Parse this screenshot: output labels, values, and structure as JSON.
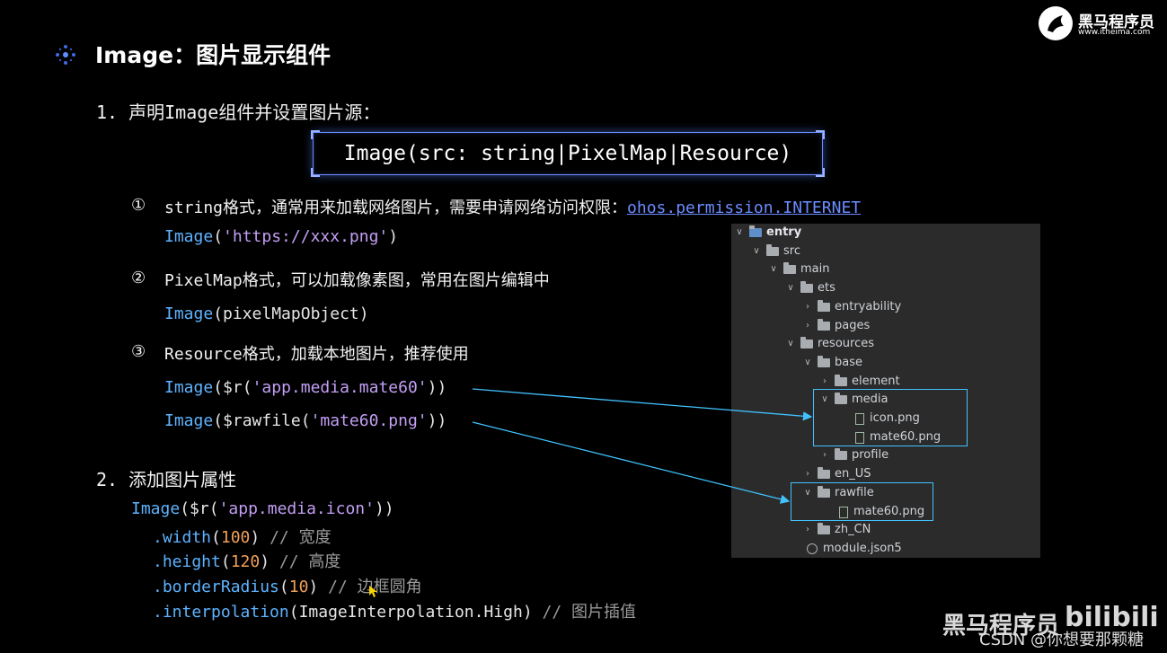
{
  "header": {
    "title": "Image：图片显示组件",
    "brand_name": "黑马程序员",
    "brand_url": "www.itheima.com"
  },
  "section1": {
    "heading": "1. 声明Image组件并设置图片源：",
    "signature": "Image(src: string|PixelMap|Resource)",
    "items": [
      {
        "marker": "①",
        "text": "string格式，通常用来加载网络图片，需要申请网络访问权限：",
        "link": "ohos.permission.INTERNET",
        "code_kw": "Image",
        "code_open": "(",
        "code_arg": "'https://xxx.png'",
        "code_close": ")"
      },
      {
        "marker": "②",
        "text": "PixelMap格式，可以加载像素图，常用在图片编辑中",
        "code_kw": "Image",
        "code_open": "(",
        "code_arg": "pixelMapObject",
        "code_close": ")"
      },
      {
        "marker": "③",
        "text": "Resource格式，加载本地图片，推荐使用"
      }
    ],
    "resource_code": [
      {
        "kw": "Image",
        "open": "(",
        "fn": "$r",
        "fopen": "(",
        "arg": "'app.media.mate60'",
        "close": "))"
      },
      {
        "kw": "Image",
        "open": "(",
        "fn": "$rawfile",
        "fopen": "(",
        "arg": "'mate60.png'",
        "close": "))"
      }
    ]
  },
  "section2": {
    "heading": "2. 添加图片属性",
    "code_head": {
      "kw": "Image",
      "open": "(",
      "fn": "$r",
      "fopen": "(",
      "arg": "'app.media.icon'",
      "close": "))"
    },
    "props": [
      {
        "name": ".width",
        "open": "(",
        "value": "100",
        "close": ")",
        "comment": "// 宽度"
      },
      {
        "name": ".height",
        "open": "(",
        "value": "120",
        "close": ")",
        "comment": "// 高度"
      },
      {
        "name": ".borderRadius",
        "open": "(",
        "value": "10",
        "close": ")",
        "comment": "// 边框圆角"
      },
      {
        "name": ".interpolation",
        "open": "(",
        "value": "ImageInterpolation.High",
        "close": ")",
        "comment": "// 图片插值"
      }
    ]
  },
  "tree": {
    "nodes": [
      {
        "label": "entry",
        "chev": "∨"
      },
      {
        "label": "src",
        "chev": "∨"
      },
      {
        "label": "main",
        "chev": "∨"
      },
      {
        "label": "ets",
        "chev": "∨"
      },
      {
        "label": "entryability",
        "chev": "›"
      },
      {
        "label": "pages",
        "chev": "›"
      },
      {
        "label": "resources",
        "chev": "∨"
      },
      {
        "label": "base",
        "chev": "∨"
      },
      {
        "label": "element",
        "chev": "›"
      },
      {
        "label": "media",
        "chev": "∨"
      },
      {
        "label": "icon.png",
        "chev": ""
      },
      {
        "label": "mate60.png",
        "chev": ""
      },
      {
        "label": "profile",
        "chev": "›"
      },
      {
        "label": "en_US",
        "chev": "›"
      },
      {
        "label": "rawfile",
        "chev": "∨"
      },
      {
        "label": "mate60.png",
        "chev": ""
      },
      {
        "label": "zh_CN",
        "chev": "›"
      },
      {
        "label": "module.json5",
        "chev": ""
      }
    ]
  },
  "watermark": {
    "brand": "黑马程序员",
    "site": "bilibili",
    "credit": "CSDN @你想要那颗糖"
  },
  "colors": {
    "keyword": "#5eb3ff",
    "string": "#c39ff5",
    "number": "#f0a05a",
    "comment": "#9a9a9a",
    "highlight": "#41c2ff"
  }
}
